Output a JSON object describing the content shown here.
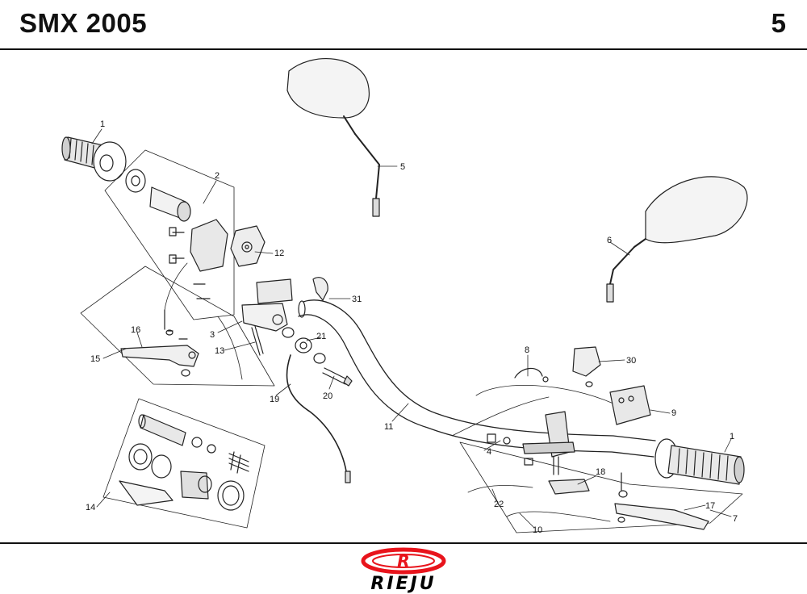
{
  "header": {
    "title": "SMX 2005",
    "page_number": "5"
  },
  "footer": {
    "brand": "RIEJU",
    "logo_color": "#e8141c"
  },
  "callouts": {
    "c1a": "1",
    "c1b": "1",
    "c2": "2",
    "c3": "3",
    "c4": "4",
    "c5": "5",
    "c6": "6",
    "c7": "7",
    "c8": "8",
    "c9": "9",
    "c10": "10",
    "c11": "11",
    "c12": "12",
    "c13": "13",
    "c14": "14",
    "c15": "15",
    "c16": "16",
    "c17": "17",
    "c18": "18",
    "c19": "19",
    "c20": "20",
    "c21": "21",
    "c22": "22",
    "c30": "30",
    "c31": "31"
  }
}
